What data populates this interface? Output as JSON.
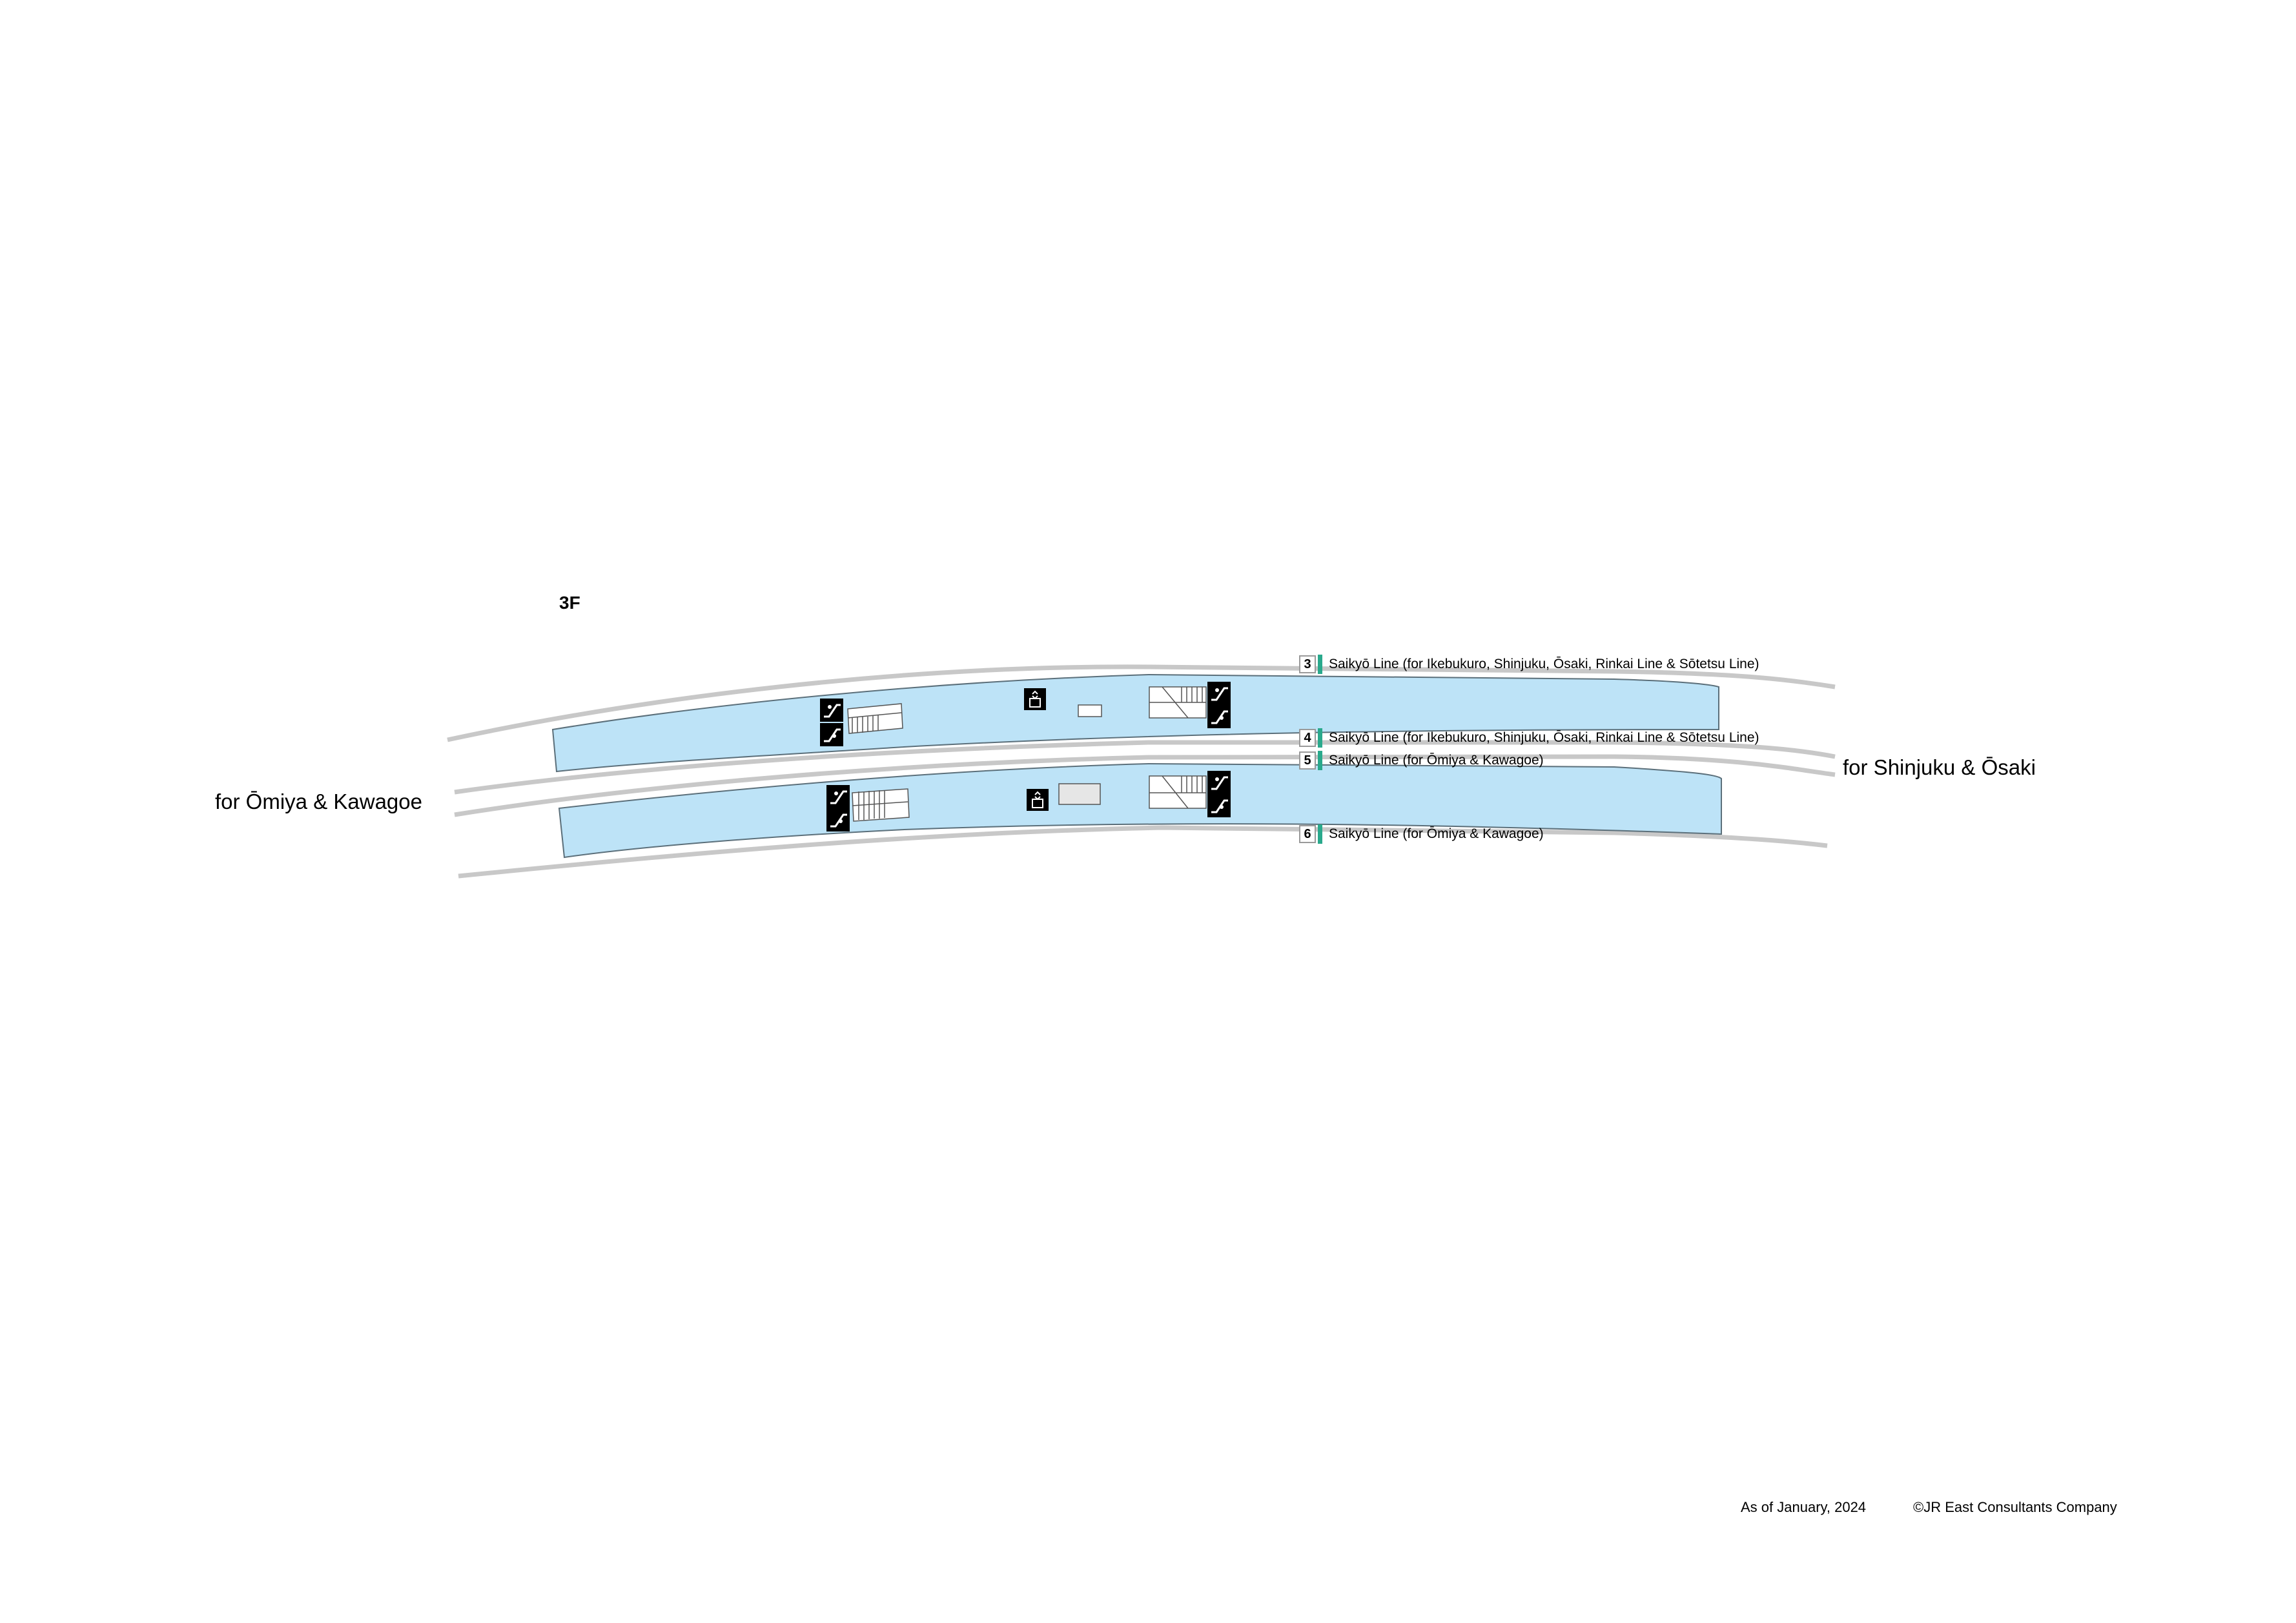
{
  "floor": {
    "label": "3F"
  },
  "destinations": {
    "left": "for Ōmiya & Kawagoe",
    "right": "for Shinjuku & Ōsaki"
  },
  "platforms": [
    {
      "number": "3",
      "label": "Saikyō Line (for Ikebukuro, Shinjuku, Ōsaki, Rinkai Line & Sōtetsu Line)"
    },
    {
      "number": "4",
      "label": "Saikyō Line (for Ikebukuro, Shinjuku, Ōsaki, Rinkai Line & Sōtetsu Line)"
    },
    {
      "number": "5",
      "label": "Saikyō Line (for Ōmiya & Kawagoe)"
    },
    {
      "number": "6",
      "label": "Saikyō Line (for Ōmiya & Kawagoe)"
    }
  ],
  "footer": {
    "as_of": "As of January, 2024",
    "copyright": "©JR East Consultants Company"
  },
  "colors": {
    "platform_fill": "#bde3f7",
    "platform_stroke": "#5b6f7a",
    "track": "#c8c8c8",
    "line_accent": "#2aa98c",
    "icon_bg": "#000000"
  },
  "icons": [
    "escalator-up-icon",
    "escalator-down-icon",
    "elevator-icon",
    "stairs-icon"
  ]
}
